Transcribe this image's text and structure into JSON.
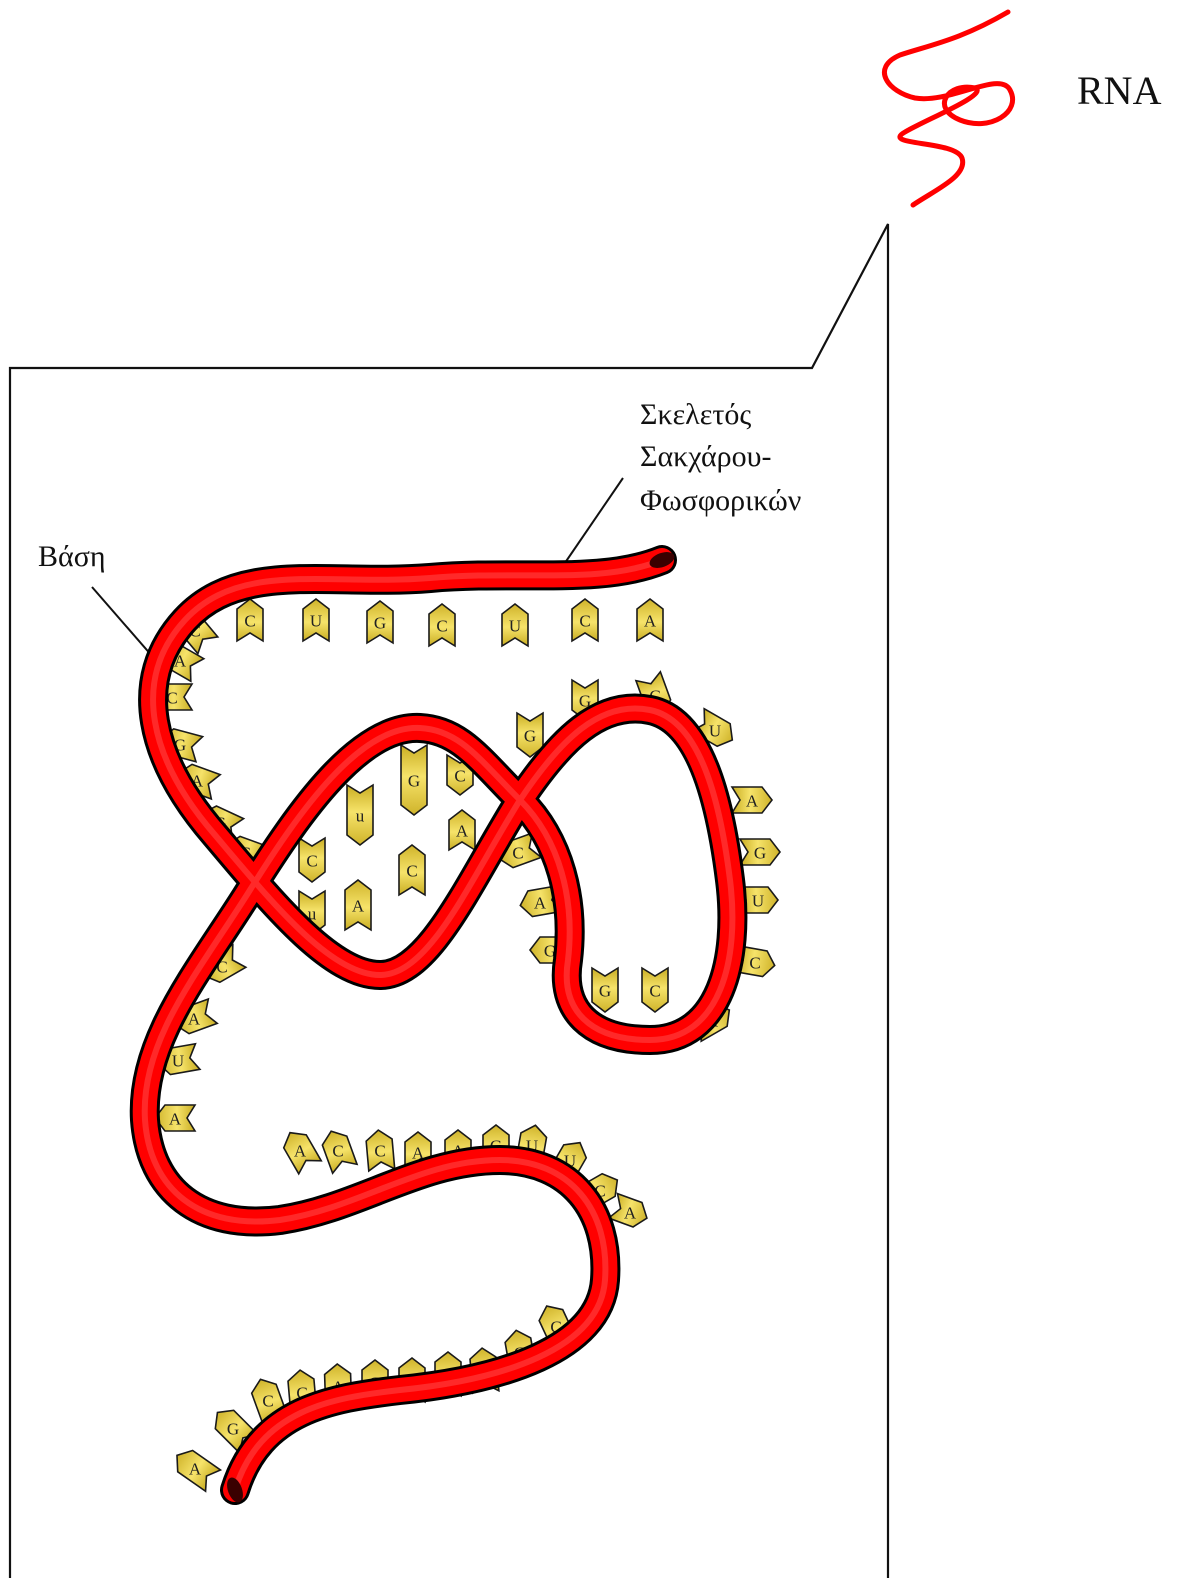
{
  "labels": {
    "rna": "RNA",
    "backbone_line1": "Σκελετός",
    "backbone_line2": "Σακχάρου-",
    "backbone_line3": "Φωσφορικών",
    "base": "Βάση"
  },
  "colors": {
    "ribbon": "#ff0000",
    "ribbon_dark": "#3a0000",
    "base_fill": "#f0d84a",
    "base_shade": "#b39a1a",
    "squiggle": "#ff0000",
    "frame": "#111111"
  },
  "bases": [
    "A",
    "G",
    "C",
    "C",
    "A",
    "G",
    "C",
    "C",
    "A",
    "G",
    "C",
    "A",
    "C",
    "C",
    "A",
    "A",
    "G",
    "U",
    "U",
    "C",
    "A",
    "A",
    "U",
    "A",
    "C",
    "C",
    "G",
    "A",
    "G",
    "C",
    "A",
    "C",
    "C",
    "U",
    "G",
    "C",
    "U",
    "C",
    "A",
    "G",
    "C",
    "U",
    "A",
    "G",
    "U",
    "C",
    "A",
    "G",
    "C",
    "G",
    "A",
    "C",
    "C",
    "u",
    "u"
  ]
}
